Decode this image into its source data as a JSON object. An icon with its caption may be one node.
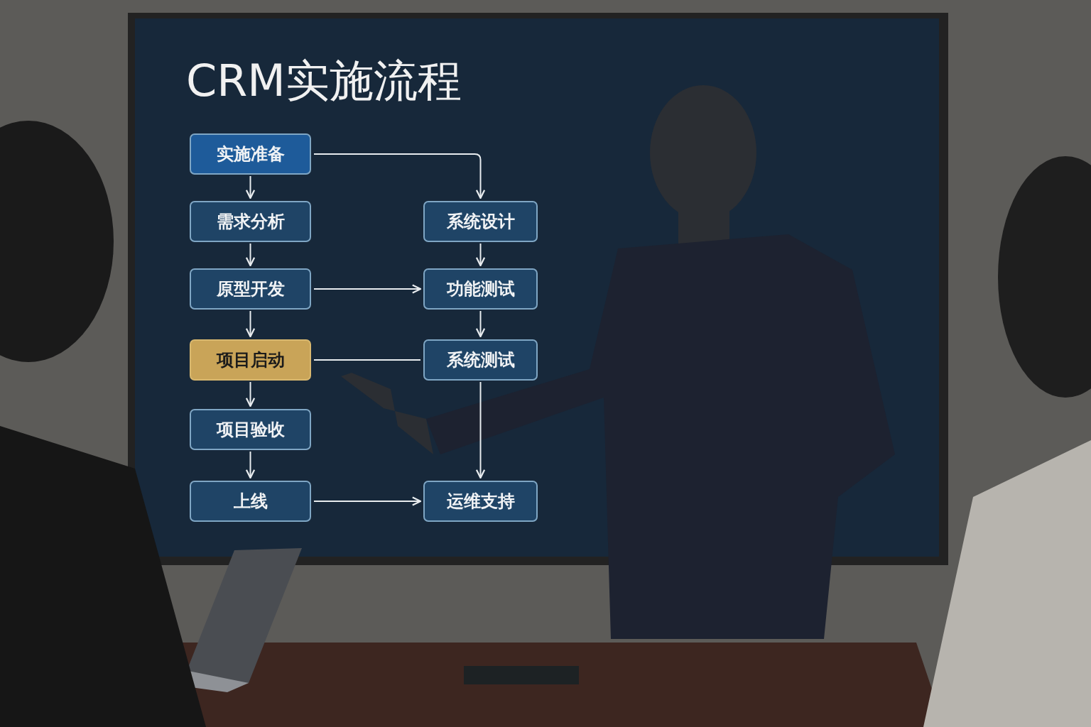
{
  "diagram": {
    "title": "CRM实施流程",
    "nodes": [
      {
        "text": [
          "实施准备"
        ]
      },
      {
        "text": [
          "需求分析"
        ]
      },
      {
        "text": [
          "原型开发"
        ]
      },
      {
        "text": [
          "项目启动"
        ]
      },
      {
        "text": [
          "项目验收"
        ]
      },
      {
        "text": [
          "上线"
        ]
      },
      {
        "text": [
          "系统设计"
        ]
      },
      {
        "text": [
          "功能测试"
        ]
      },
      {
        "text": [
          "系统测试"
        ]
      },
      {
        "text": [
          "运维支持"
        ]
      }
    ],
    "edges": [
      {
        "from": 0,
        "to": 1,
        "arrow": "to"
      },
      {
        "from": 1,
        "to": 2,
        "arrow": "to"
      },
      {
        "from": 2,
        "to": 3,
        "arrow": "to"
      },
      {
        "from": 3,
        "to": 4,
        "arrow": "to"
      },
      {
        "from": 4,
        "to": 5,
        "arrow": "to"
      },
      {
        "from": 0,
        "to": 6,
        "arrow": "to"
      },
      {
        "from": 6,
        "to": 7,
        "arrow": "to"
      },
      {
        "from": 7,
        "to": 8,
        "arrow": "to"
      },
      {
        "from": 8,
        "to": 9,
        "arrow": "to"
      },
      {
        "from": 2,
        "to": 7,
        "arrow": "to"
      },
      {
        "from": 3,
        "to": 8,
        "arrow": "none"
      },
      {
        "from": 5,
        "to": 9,
        "arrow": "to"
      }
    ]
  }
}
